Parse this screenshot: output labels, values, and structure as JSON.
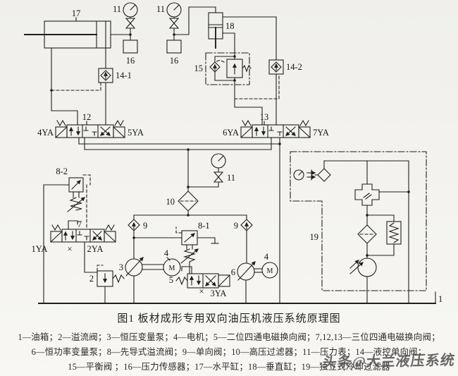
{
  "figure": {
    "caption": "图1 板材成形专用双向油压机液压系统原理图",
    "legend": [
      "1—油箱；2—溢流阀；3—恒压变量泵；4—电机；5—二位四通电磁换向阀；7,12,13—三位四通电磁换向阀；",
      "6—恒功率变量泵；8—先导式溢流阀；9—单向阀；10—高压过滤器；11—压力表；14—液控单向阀；",
      "15—平衡阀 ；16—压力传感器；17—水平缸；18—垂直缸；19—独立式冷却过滤器"
    ],
    "watermark": "头条@大兰液压系统"
  },
  "labels": {
    "cyl17": "17",
    "cyl18": "18",
    "gauge11a": "11",
    "gauge11b": "11",
    "gauge11c": "11",
    "sensor16a": "16",
    "sensor16b": "16",
    "pcv141": "14-1",
    "pcv142": "14-2",
    "balance15": "15",
    "valve12": "12",
    "valve13": "13",
    "valve7": "7",
    "valve5": "5",
    "relief2": "2",
    "ya4": "4YA",
    "ya5": "5YA",
    "ya6": "6YA",
    "ya7": "7YA",
    "ya1": "1YA",
    "ya2": "2YA",
    "ya3": "3YA",
    "xmark7": "×",
    "xmark5": "×",
    "pilot81": "8-1",
    "pilot82": "8-2",
    "filter10": "10",
    "check9l": "9",
    "check9r": "9",
    "pump3": "3",
    "pump6": "6",
    "motor4l": "4",
    "motor4r": "4",
    "motorMl": "M",
    "motorMr": "M",
    "unit19": "19",
    "tank1": "1"
  },
  "colors": {
    "line": "#1f1f1f",
    "paper": "#f2f1ed",
    "watermark": "#4d4d4d"
  }
}
